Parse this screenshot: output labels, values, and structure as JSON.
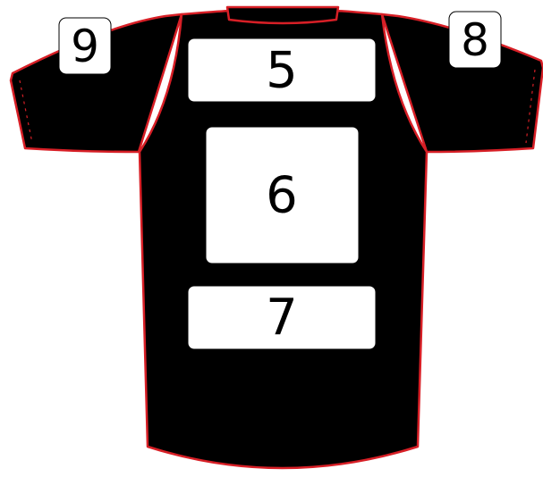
{
  "colors": {
    "shirt": "#000000",
    "outline": "#d71f26",
    "zone_fill": "#ffffff",
    "zone_text": "#000000",
    "background": "#ffffff"
  },
  "zones": {
    "upper_back": {
      "label": "5"
    },
    "center_back": {
      "label": "6"
    },
    "lower_back": {
      "label": "7"
    },
    "right_sleeve": {
      "label": "8"
    },
    "left_sleeve": {
      "label": "9"
    }
  }
}
